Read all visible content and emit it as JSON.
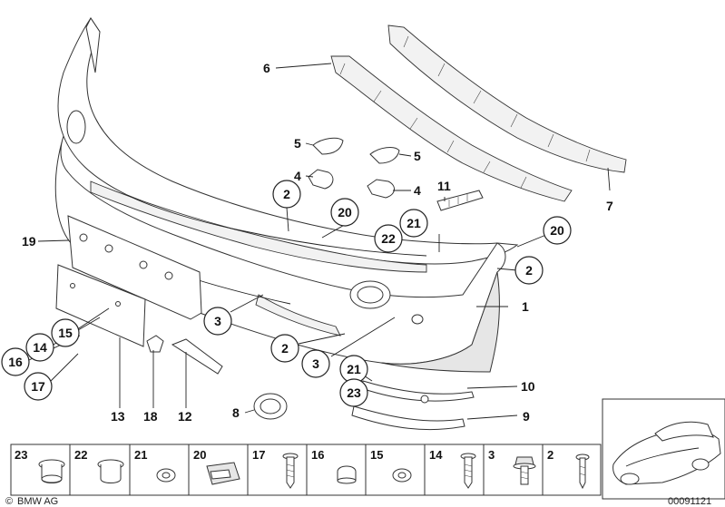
{
  "diagram": {
    "callouts": {
      "c1": "1",
      "c2": "2",
      "c3": "3",
      "c4": "4",
      "c5": "5",
      "c6": "6",
      "c7": "7",
      "c8": "8",
      "c9": "9",
      "c10": "10",
      "c11": "11",
      "c12": "12",
      "c13": "13",
      "c14": "14",
      "c15": "15",
      "c16": "16",
      "c17": "17",
      "c18": "18",
      "c19": "19",
      "c20": "20",
      "c21": "21",
      "c22": "22",
      "c23": "23"
    },
    "parts_table": [
      "23",
      "22",
      "21",
      "20",
      "17",
      "16",
      "15",
      "14",
      "3",
      "2"
    ],
    "footer": {
      "brand": "BMW AG",
      "copyright_symbol": "©",
      "diagram_number": "00091121"
    }
  }
}
